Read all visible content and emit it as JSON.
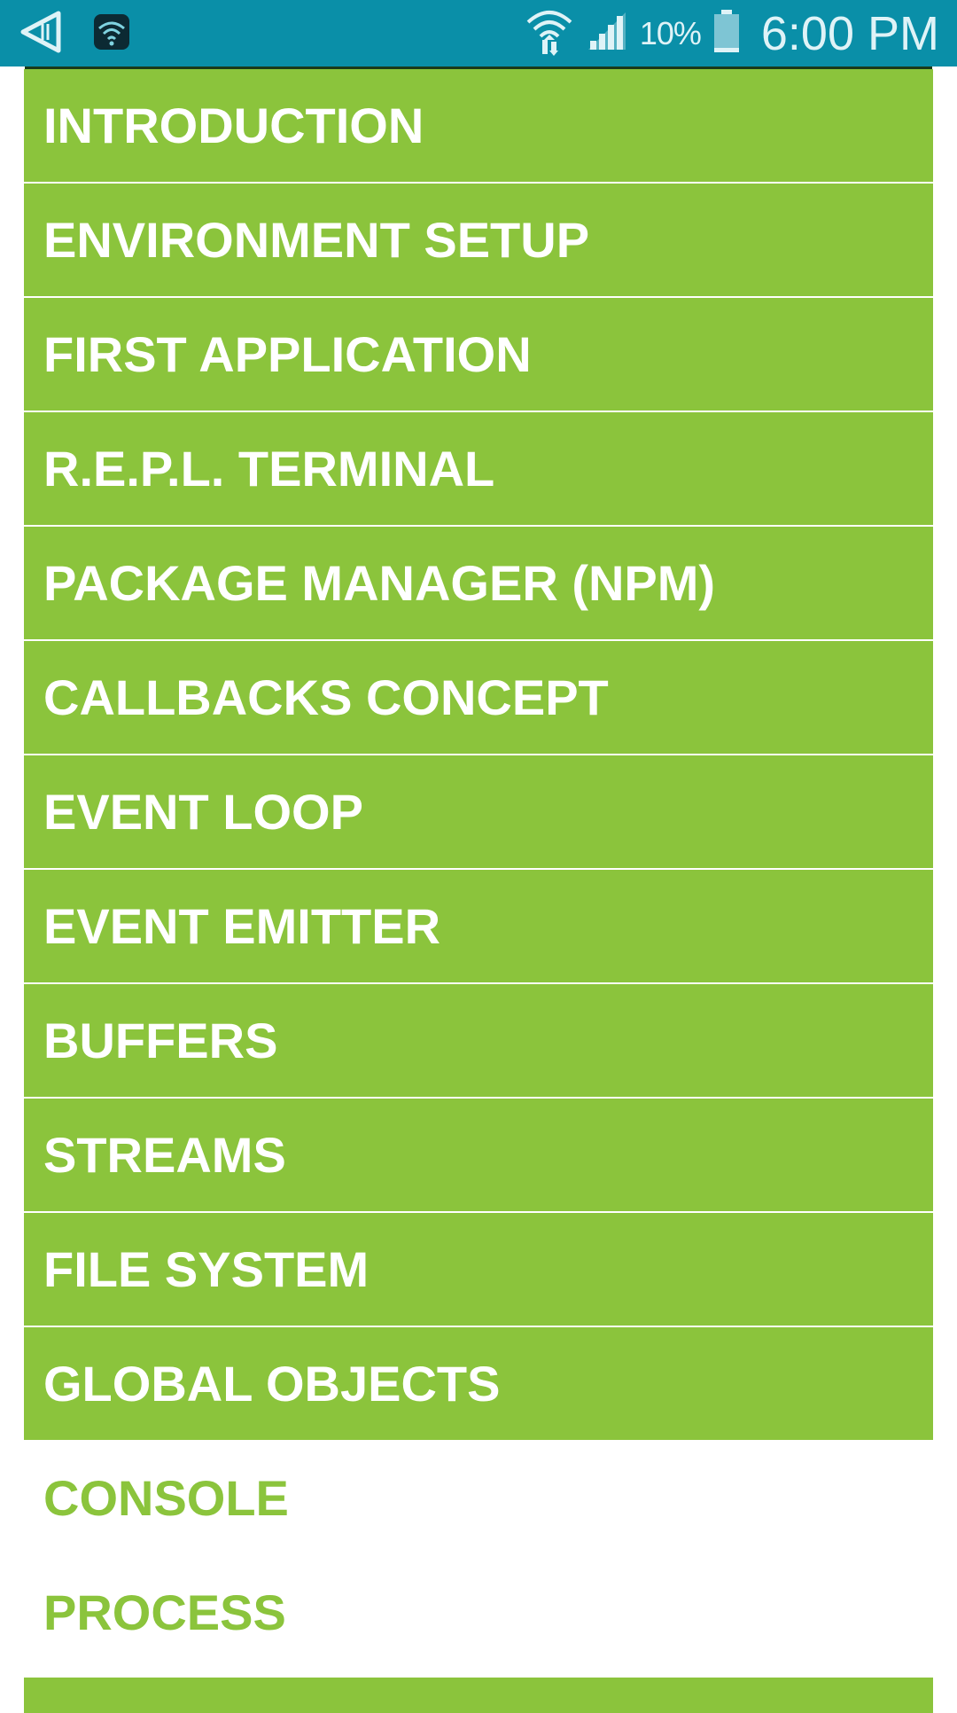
{
  "status_bar": {
    "battery_percent": "10%",
    "time": "6:00 PM",
    "icons": [
      "back-triangle-icon",
      "wifi-app-icon",
      "wifi-signal-icon",
      "cellular-signal-icon",
      "battery-icon"
    ]
  },
  "colors": {
    "status_bar_bg": "#0a8fa8",
    "item_green": "#8bc43c",
    "item_text_white": "#ffffff"
  },
  "menu": {
    "items": [
      {
        "label": "INTRODUCTION"
      },
      {
        "label": "ENVIRONMENT SETUP"
      },
      {
        "label": "FIRST APPLICATION"
      },
      {
        "label": "R.E.P.L. TERMINAL"
      },
      {
        "label": "PACKAGE MANAGER (NPM)"
      },
      {
        "label": "CALLBACKS CONCEPT"
      },
      {
        "label": "EVENT LOOP"
      },
      {
        "label": "EVENT EMITTER"
      },
      {
        "label": "BUFFERS"
      },
      {
        "label": "STREAMS"
      },
      {
        "label": "FILE SYSTEM"
      },
      {
        "label": "GLOBAL OBJECTS"
      },
      {
        "label": "CONSOLE"
      },
      {
        "label": "PROCESS"
      }
    ]
  }
}
